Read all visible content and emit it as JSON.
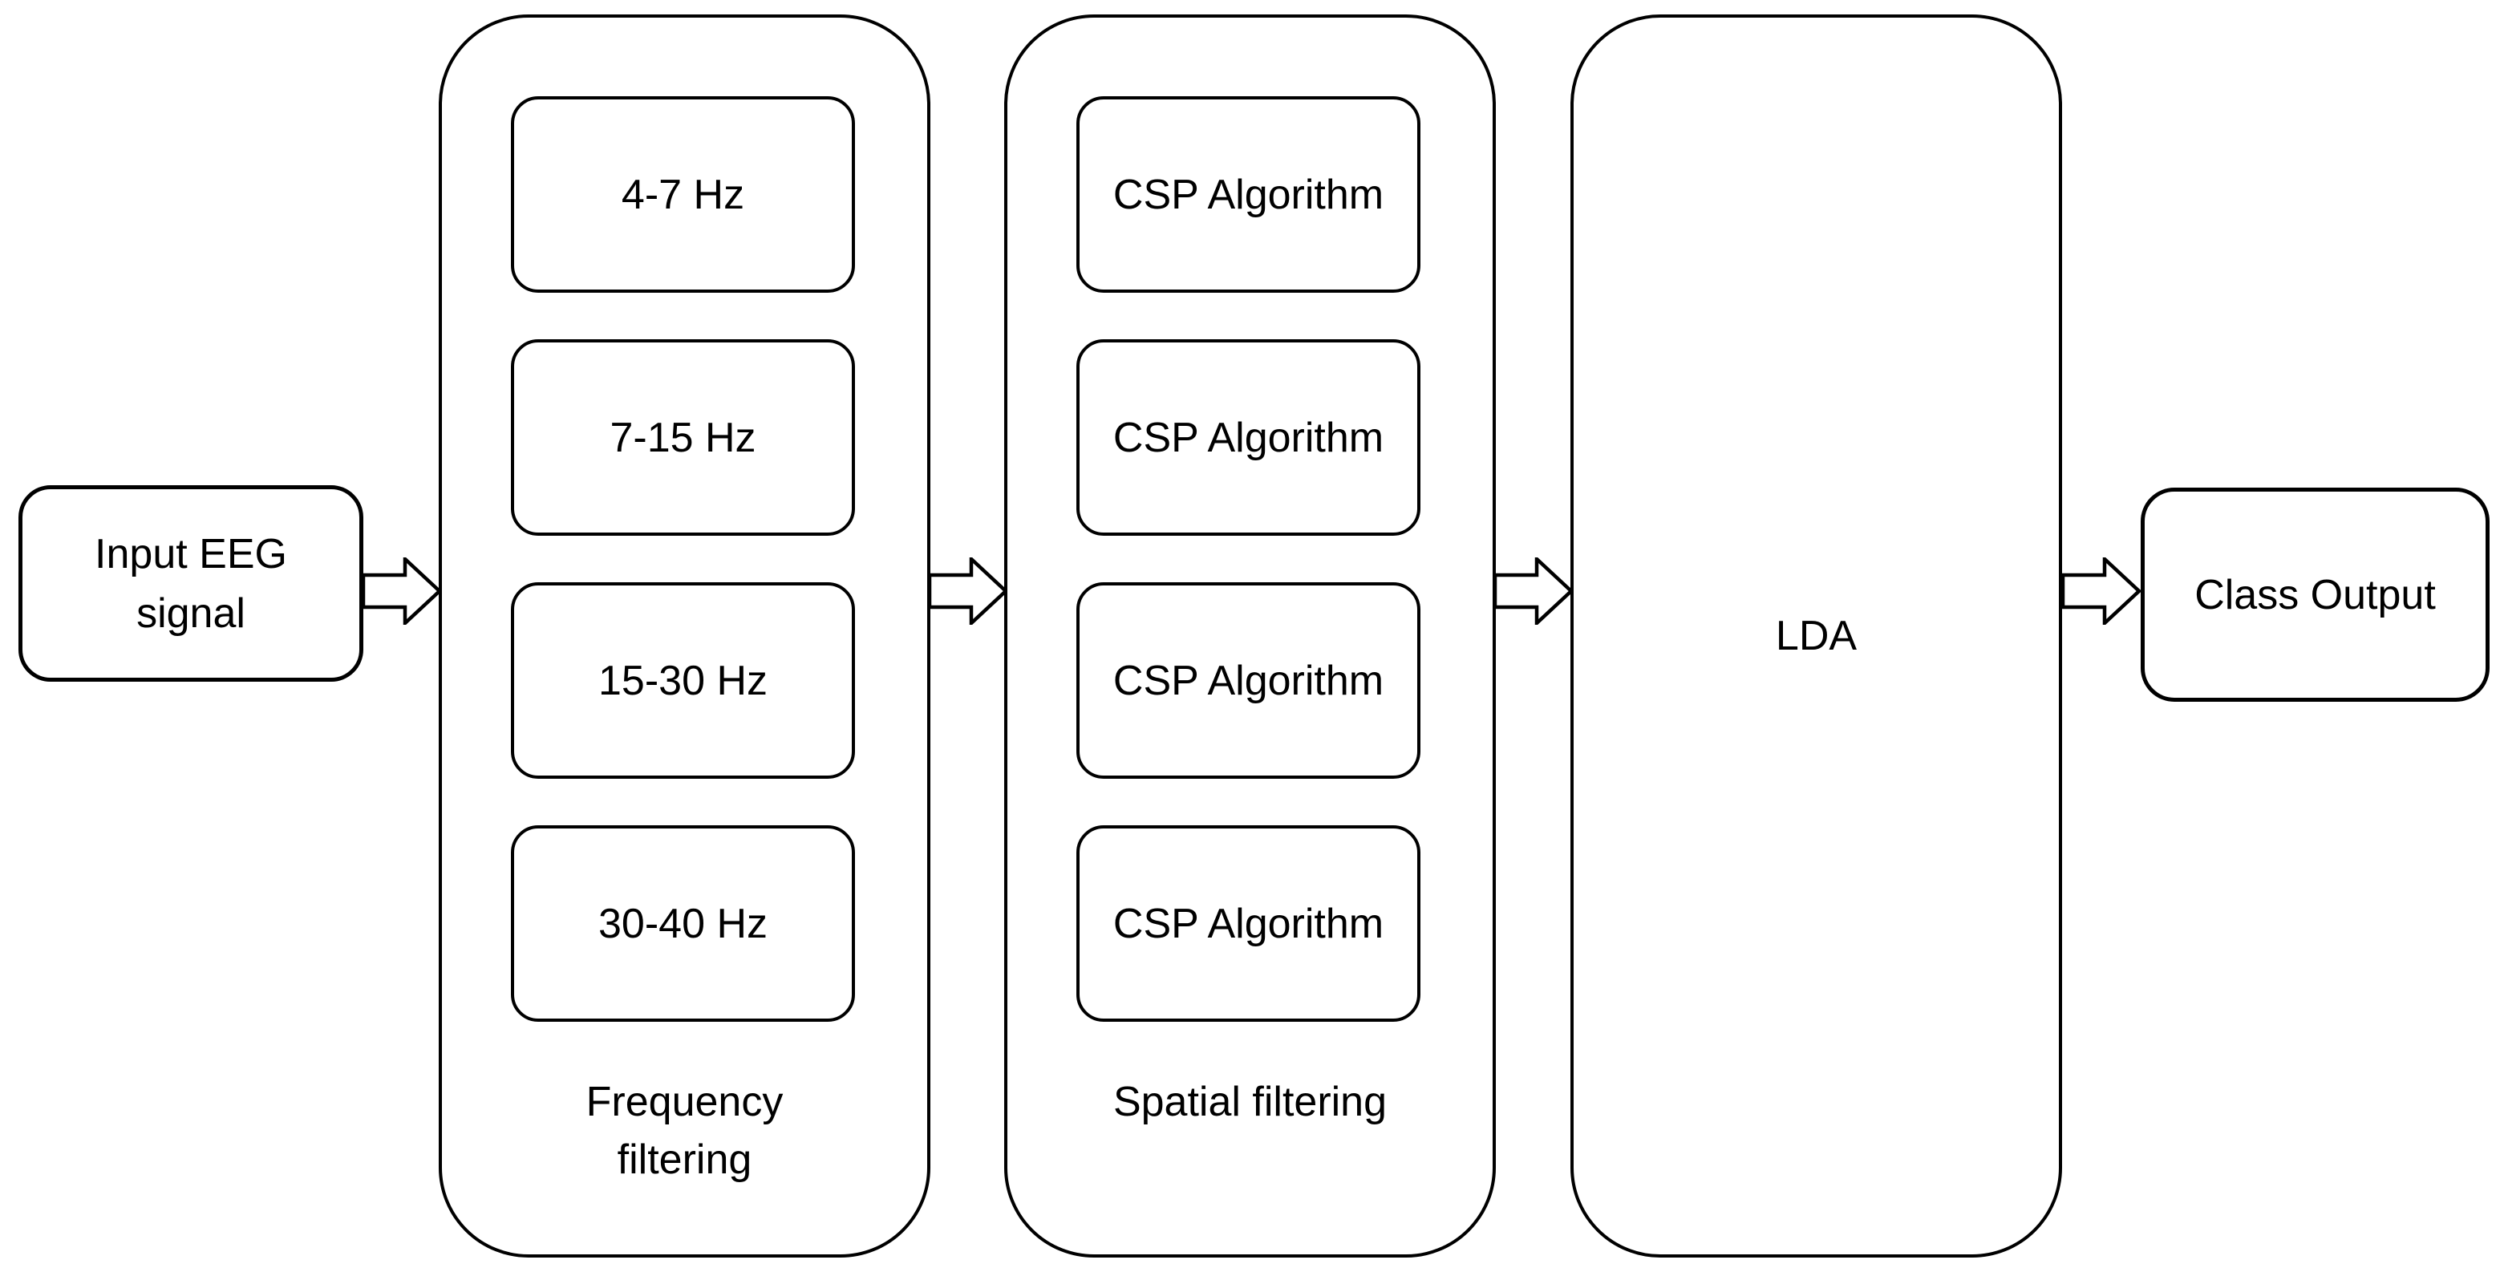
{
  "diagram": {
    "colors": {
      "background": "#ffffff",
      "stroke": "#000000",
      "text": "#000000"
    },
    "input": {
      "line1": "Input EEG",
      "line2": "signal"
    },
    "frequency_stage": {
      "label_line1": "Frequency",
      "label_line2": "filtering",
      "filters": [
        "4-7 Hz",
        "7-15 Hz",
        "15-30 Hz",
        "30-40 Hz"
      ]
    },
    "spatial_stage": {
      "label": "Spatial filtering",
      "algorithms": [
        "CSP Algorithm",
        "CSP Algorithm",
        "CSP Algorithm",
        "CSP Algorithm"
      ]
    },
    "classifier": {
      "label": "LDA"
    },
    "output": {
      "label": "Class Output"
    }
  }
}
